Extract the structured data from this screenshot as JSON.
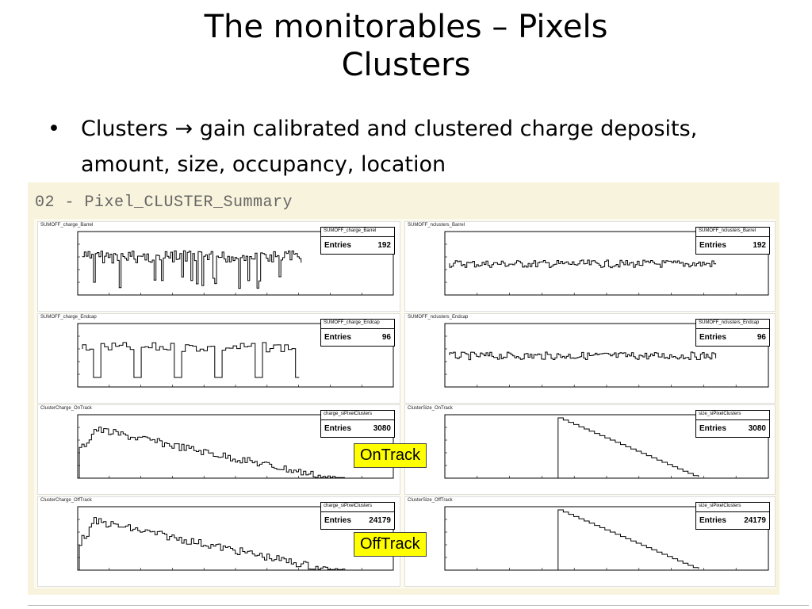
{
  "slide": {
    "title_line1": "The monitorables – Pixels",
    "title_line2": "Clusters",
    "bullet_marker": "•",
    "bullet_text_a": "Clusters ",
    "bullet_arrow": "→",
    "bullet_text_b": " gain calibrated and clustered charge deposits, amount, size, occupancy, location"
  },
  "summary": {
    "title": "02 - Pixel_CLUSTER_Summary"
  },
  "histograms": [
    {
      "id": "charge_barrel",
      "name": "SUMOFF_charge_Barrel",
      "stat_name": "SUMOFF_charge_Barrel",
      "entries_label": "Entries",
      "entries": "192"
    },
    {
      "id": "nclusters_barrel",
      "name": "SUMOFF_nclusters_Barrel",
      "stat_name": "SUMOFF_nclusters_Barrel",
      "entries_label": "Entries",
      "entries": "192"
    },
    {
      "id": "charge_endcap",
      "name": "SUMOFF_charge_Endcap",
      "stat_name": "SUMOFF_charge_Endcap",
      "entries_label": "Entries",
      "entries": "96"
    },
    {
      "id": "nclusters_endcap",
      "name": "SUMOFF_nclusters_Endcap",
      "stat_name": "SUMOFF_nclusters_Endcap",
      "entries_label": "Entries",
      "entries": "96"
    },
    {
      "id": "charge_ontrack",
      "name": "ClusterCharge_OnTrack",
      "stat_name": "charge_siPixelClusters",
      "entries_label": "Entries",
      "entries": "3080"
    },
    {
      "id": "size_ontrack",
      "name": "ClusterSize_OnTrack",
      "stat_name": "size_siPixelClusters",
      "entries_label": "Entries",
      "entries": "3080"
    },
    {
      "id": "charge_offtrack",
      "name": "ClusterCharge_OffTrack",
      "stat_name": "charge_siPixelClusters",
      "entries_label": "Entries",
      "entries": "24179"
    },
    {
      "id": "size_offtrack",
      "name": "ClusterSize_OffTrack",
      "stat_name": "size_siPixelClusters",
      "entries_label": "Entries",
      "entries": "24179"
    }
  ],
  "tags": {
    "ontrack": "OnTrack",
    "offtrack": "OffTrack"
  },
  "colors": {
    "highlight": "#ffff00",
    "panel": "#f8f3dc"
  }
}
